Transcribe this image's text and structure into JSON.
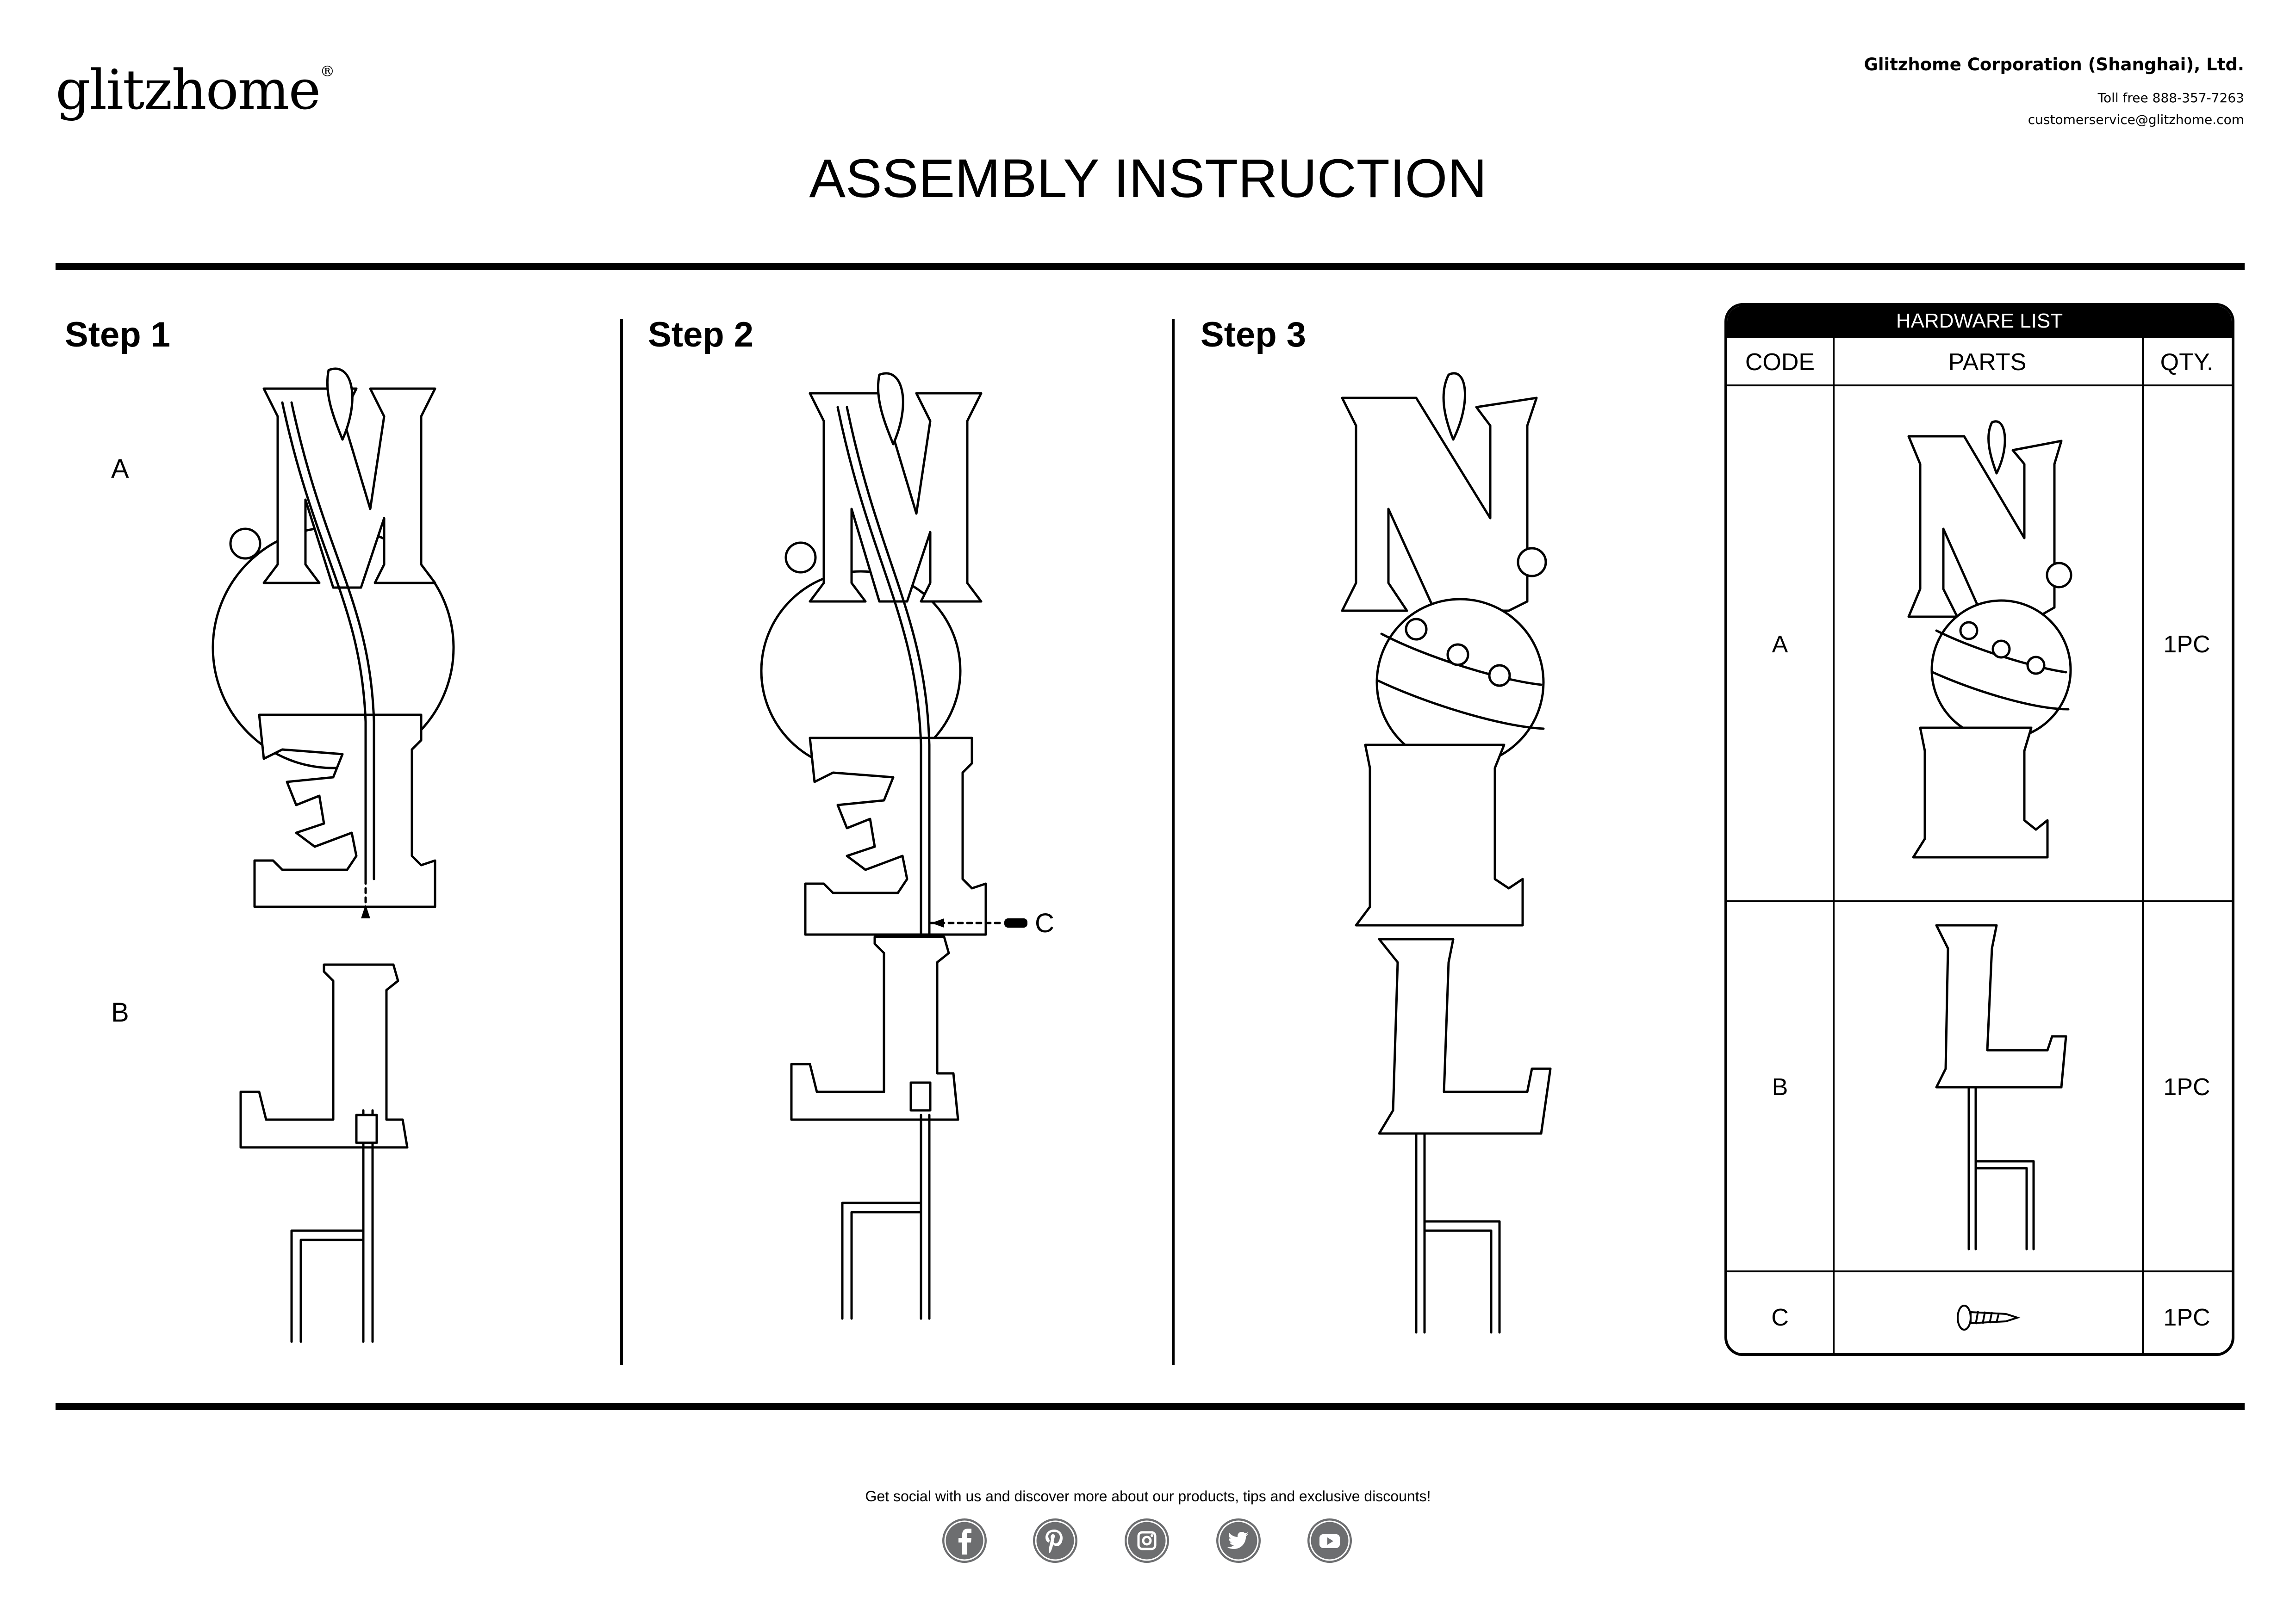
{
  "header": {
    "logo": "glitzhome",
    "logo_mark": "®",
    "company": "Glitzhome Corporation (Shanghai), Ltd.",
    "phone": "Toll free 888-357-7263",
    "email": "customerservice@glitzhome.com",
    "title": "ASSEMBLY INSTRUCTION"
  },
  "steps": {
    "step1": "Step 1",
    "step2": "Step 2",
    "step3": "Step 3",
    "label_a": "A",
    "label_b": "B",
    "label_c": "C"
  },
  "hardware": {
    "title": "HARDWARE LIST",
    "columns": [
      "CODE",
      "PARTS",
      "QTY."
    ],
    "rows": [
      {
        "code": "A",
        "qty": "1PC"
      },
      {
        "code": "B",
        "qty": "1PC"
      },
      {
        "code": "C",
        "qty": "1PC"
      }
    ]
  },
  "footer": {
    "text": "Get social with us and discover more about our products, tips and exclusive discounts!",
    "icons": [
      "facebook-icon",
      "pinterest-icon",
      "instagram-icon",
      "twitter-icon",
      "youtube-icon"
    ],
    "icon_color": "#6d6e70"
  }
}
